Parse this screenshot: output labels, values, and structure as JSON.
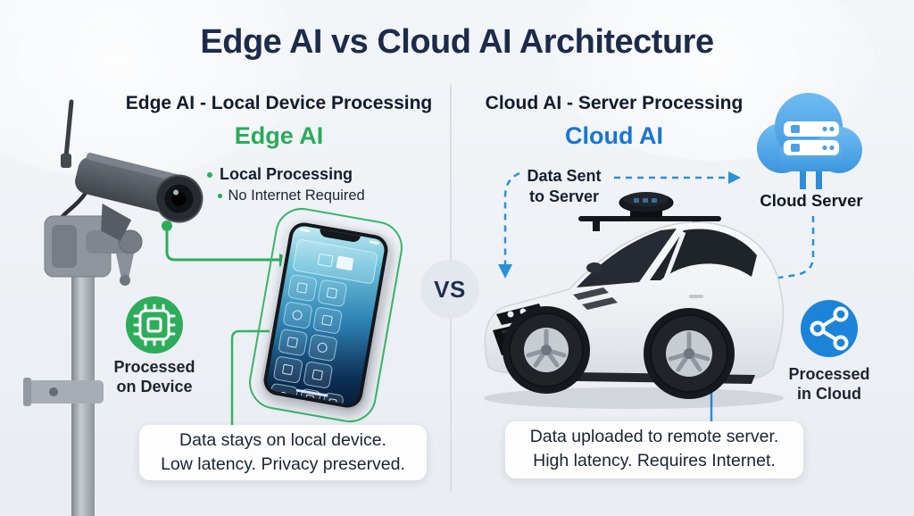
{
  "title": "Edge AI vs Cloud AI Architecture",
  "vs_badge": "VS",
  "edge": {
    "heading": "Edge AI - Local Device Processing",
    "name": "Edge AI",
    "bullet_primary": "Local Processing",
    "bullet_secondary": "No Internet Required",
    "badge_line1": "Processed",
    "badge_line2": "on Device",
    "caption_line1": "Data stays on local device.",
    "caption_line2": "Low latency. Privacy preserved."
  },
  "cloud": {
    "heading": "Cloud AI - Server Processing",
    "name": "Cloud AI",
    "flow_line1": "Data Sent",
    "flow_line2": "to Server",
    "server_label": "Cloud Server",
    "badge_line1": "Processed",
    "badge_line2": "in Cloud",
    "caption_line1": "Data uploaded to remote server.",
    "caption_line2": "High latency. Requires Internet."
  },
  "colors": {
    "background": "#eef1f5",
    "title_navy": "#1d2b4a",
    "edge_green": "#2dad5b",
    "cloud_blue": "#1975d2",
    "connector_blue": "#2a90d8",
    "cloud_icon_blue": "#4da0e2",
    "card_white": "#fdfdfe"
  },
  "icons": {
    "edge_badge": "chip-icon",
    "cloud_badge": "share-network-icon",
    "cloud_server": "cloud-server-icon"
  }
}
